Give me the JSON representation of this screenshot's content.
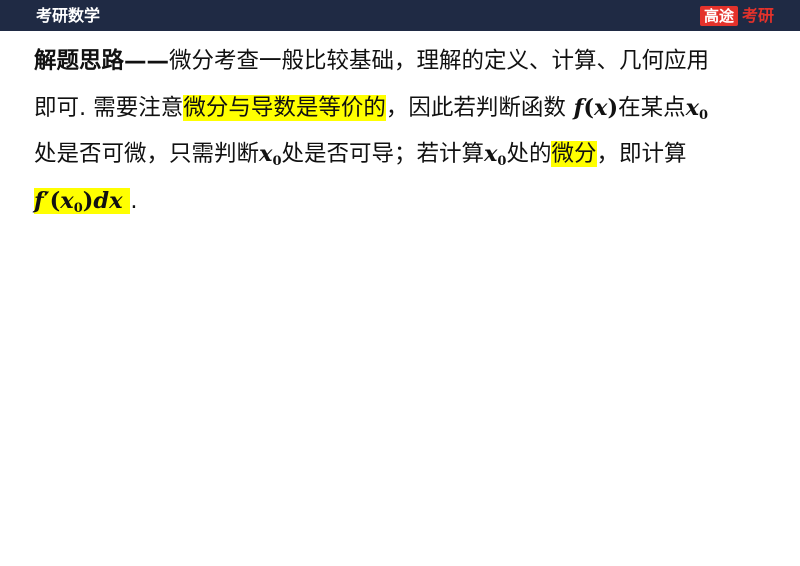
{
  "header": {
    "title": "考研数学",
    "brand_badge": "高途",
    "brand_text": "考研"
  },
  "content": {
    "label": "解题思路——",
    "line1_rest": "微分考查一般比较基础，理解的定义、计算、几何应用",
    "line2_a": "即可. 需要注意",
    "line2_highlight": "微分与导数是等价的",
    "line2_b": "，因此若判断函数",
    "line2_c": "在某点",
    "line3_a": "处是否可微，只需判断",
    "line3_b": "处是否可导；若计算",
    "line3_c": "处的",
    "line3_highlight": "微分",
    "line3_d": "，即计算",
    "line4_end": "."
  },
  "colors": {
    "header_bg": "#1f2a44",
    "brand_red": "#e4322b",
    "highlight": "#ffff00"
  }
}
